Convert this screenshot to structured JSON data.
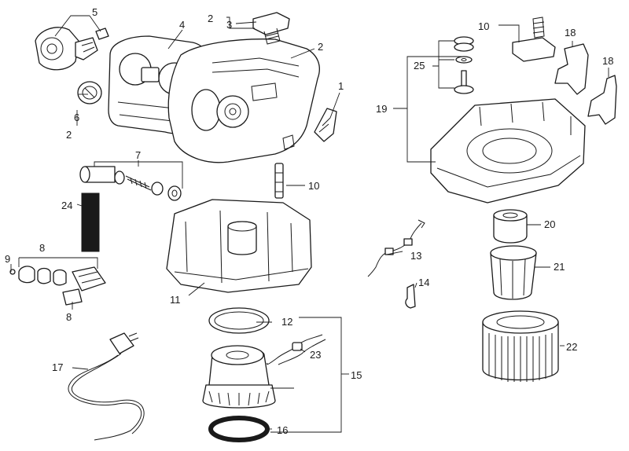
{
  "diagram": {
    "style": "exploded-parts-view",
    "colors": {
      "line": "#1a1a1a",
      "background": "#ffffff"
    },
    "callouts": [
      {
        "id": "c5",
        "text": "5"
      },
      {
        "id": "c4",
        "text": "4"
      },
      {
        "id": "c2a",
        "text": "2"
      },
      {
        "id": "c3",
        "text": "3"
      },
      {
        "id": "c2b",
        "text": "2"
      },
      {
        "id": "c1",
        "text": "1"
      },
      {
        "id": "c6",
        "text": "6"
      },
      {
        "id": "c2c",
        "text": "2"
      },
      {
        "id": "c7",
        "text": "7"
      },
      {
        "id": "c24",
        "text": "24"
      },
      {
        "id": "c10a",
        "text": "10"
      },
      {
        "id": "c8a",
        "text": "8"
      },
      {
        "id": "c9",
        "text": "9"
      },
      {
        "id": "c8b",
        "text": "8"
      },
      {
        "id": "c11",
        "text": "11"
      },
      {
        "id": "c12",
        "text": "12"
      },
      {
        "id": "c23",
        "text": "23"
      },
      {
        "id": "c15",
        "text": "15"
      },
      {
        "id": "c16",
        "text": "16"
      },
      {
        "id": "c17",
        "text": "17"
      },
      {
        "id": "c10b",
        "text": "10"
      },
      {
        "id": "c18a",
        "text": "18"
      },
      {
        "id": "c18b",
        "text": "18"
      },
      {
        "id": "c25",
        "text": "25"
      },
      {
        "id": "c19",
        "text": "19"
      },
      {
        "id": "c20",
        "text": "20"
      },
      {
        "id": "c21",
        "text": "21"
      },
      {
        "id": "c13",
        "text": "13"
      },
      {
        "id": "c14",
        "text": "14"
      },
      {
        "id": "c22",
        "text": "22"
      }
    ]
  }
}
